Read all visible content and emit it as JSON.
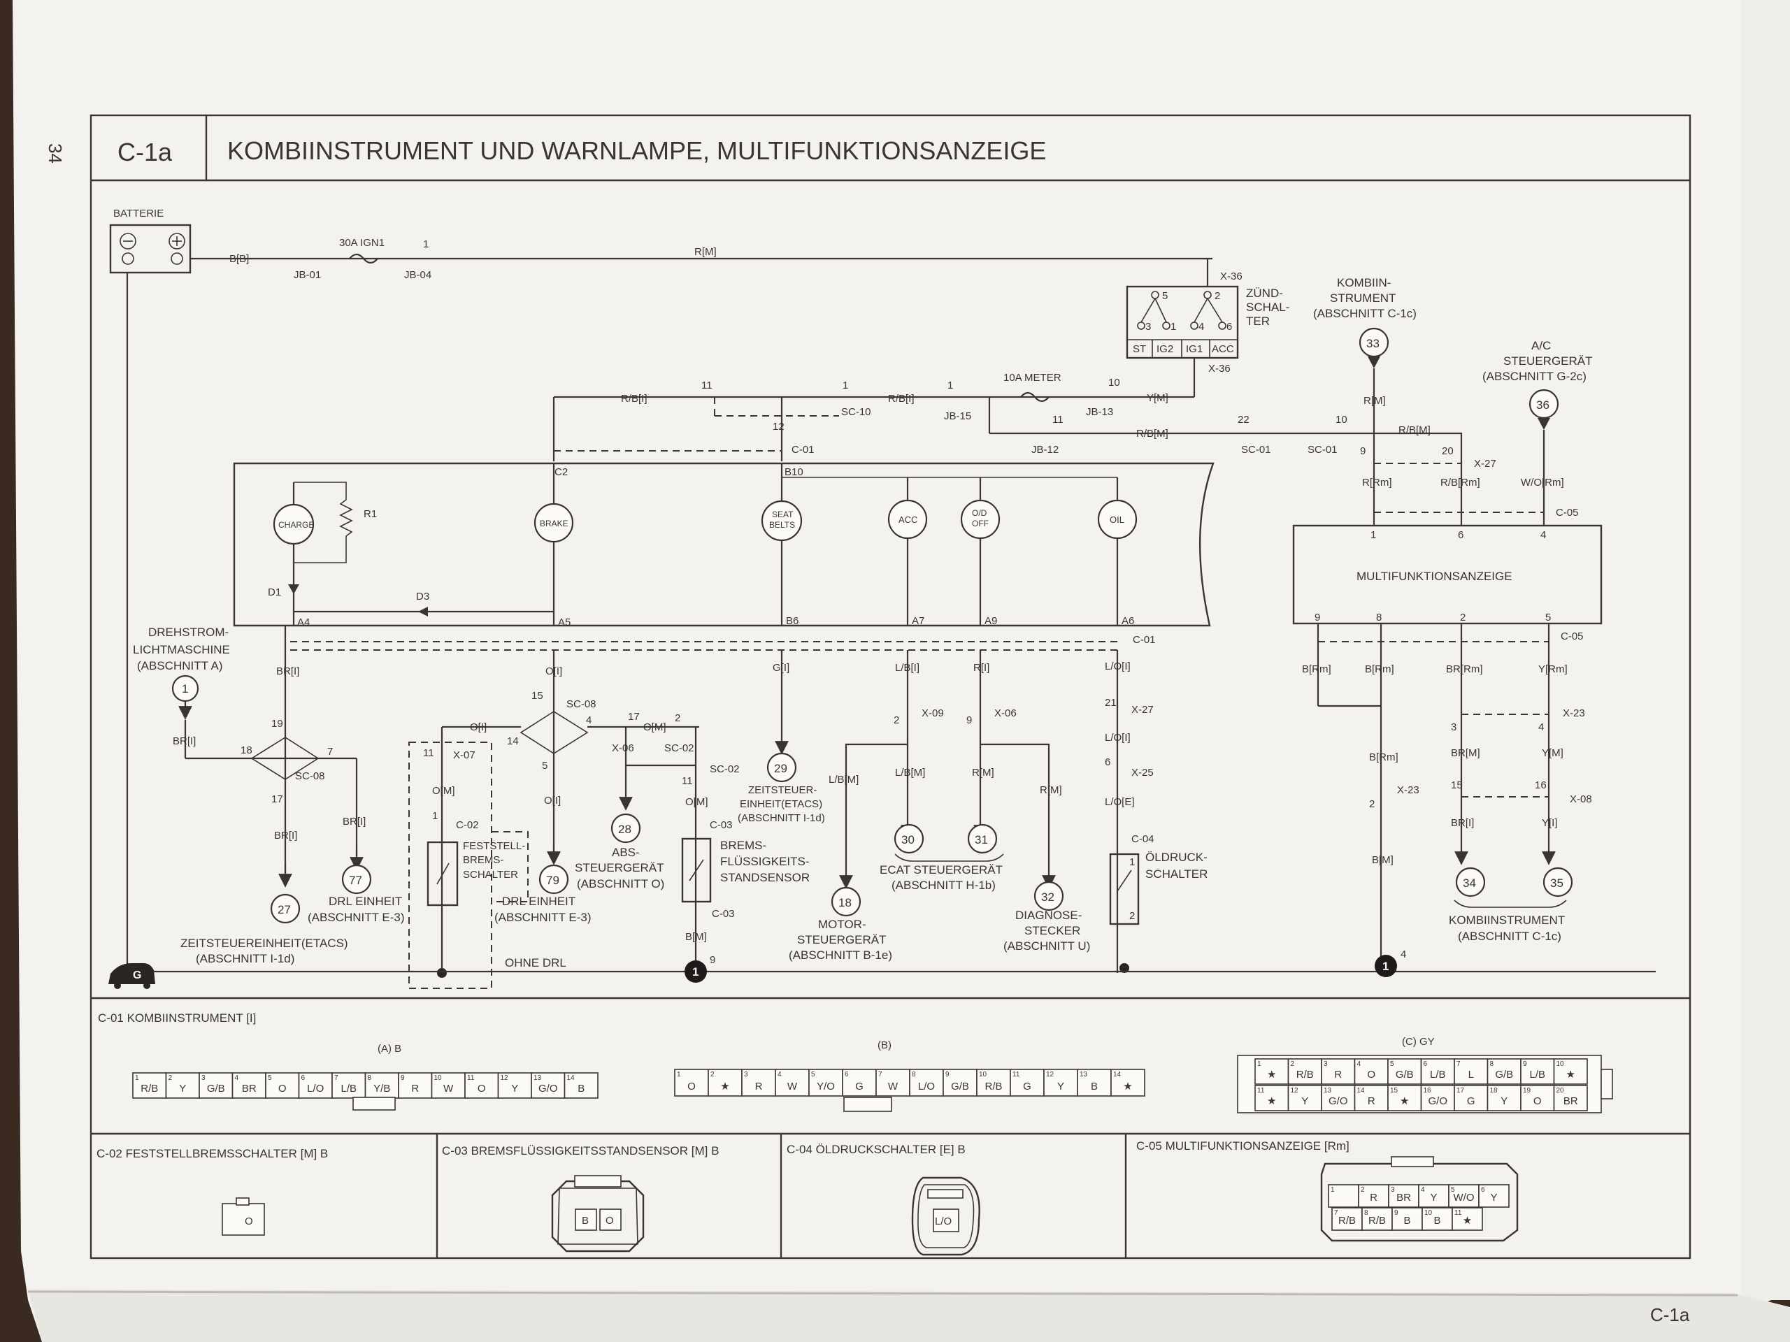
{
  "page": {
    "number": "34",
    "footer_tab": "C-1a"
  },
  "header": {
    "code": "C-1a",
    "title": "KOMBIINSTRUMENT UND WARNLAMPE, MULTIFUNKTIONSANZEIGE"
  },
  "labels": {
    "batterie": "BATTERIE",
    "fuse_ign1": "30A IGN1",
    "fuse_meter": "10A METER",
    "zuendschalter": [
      "ZÜND-",
      "SCHAL-",
      "TER"
    ],
    "ign_terms": [
      "ST",
      "IG2",
      "IG1",
      "ACC"
    ],
    "kombi_c1c": [
      "KOMBIIN-",
      "STRUMENT",
      "(ABSCHNITT C-1c)"
    ],
    "ac": [
      "A/C",
      "STEUERGERÄT",
      "(ABSCHNITT G-2c)"
    ],
    "mfa": "MULTIFUNKTIONSANZEIGE",
    "drehstrom": [
      "DREHSTROM-",
      "LICHTMASCHINE",
      "(ABSCHNITT A)"
    ],
    "charge": "CHARGE",
    "brake": "BRAKE",
    "seat": [
      "SEAT",
      "BELTS"
    ],
    "acc": "ACC",
    "od": [
      "O/D",
      "OFF"
    ],
    "oil": "OIL",
    "r1": "R1",
    "d1": "D1",
    "d3": "D3",
    "etacs_27": [
      "ZEITSTEUEREINHEIT(ETACS)",
      "(ABSCHNITT I-1d)"
    ],
    "drl_77": [
      "DRL EINHEIT",
      "(ABSCHNITT E-3)"
    ],
    "drl_79": [
      "DRL EINHEIT",
      "(ABSCHNITT E-3)"
    ],
    "feststell": [
      "FESTSTELL-",
      "BREMS-",
      "SCHALTER"
    ],
    "abs": [
      "ABS-",
      "STEUERGERÄT",
      "(ABSCHNITT O)"
    ],
    "etacs_29": [
      "ZEITSTEUER-",
      "EINHEIT(ETACS)",
      "(ABSCHNITT I-1d)"
    ],
    "bremsfl": [
      "BREMS-",
      "FLÜSSIGKEITS-",
      "STANDSENSOR"
    ],
    "motor": [
      "MOTOR-",
      "STEUERGERÄT",
      "(ABSCHNITT B-1e)"
    ],
    "ecat": [
      "ECAT STEUERGERÄT",
      "(ABSCHNITT H-1b)"
    ],
    "diagnose": [
      "DIAGNOSE-",
      "STECKER",
      "(ABSCHNITT U)"
    ],
    "oeldruck": [
      "ÖLDRUCK-",
      "SCHALTER"
    ],
    "kombi_c1c_b": [
      "KOMBIINSTRUMENT",
      "(ABSCHNITT C-1c)"
    ],
    "ohne_drl": "OHNE DRL",
    "ground": "G"
  },
  "wire_colors": {
    "bb": "B[B]",
    "rm": "R[M]",
    "rbi": "R/B[I]",
    "rbi2": "R/B[I]",
    "ym": "Y[M]",
    "rbm": "R/B[M]",
    "rbm2": "R/B[M]",
    "rm2": "R[M]",
    "rrm": "R[Rm]",
    "rbrm": "R/B[Rm]",
    "worm": "W/O[Rm]",
    "bri": "BR[I]",
    "bri2": "BR[I]",
    "bri3": "BR[I]",
    "bri4": "BR[I]",
    "oi": "O[I]",
    "oi2": "O[I]",
    "oi3": "O[I]",
    "om": "O[M]",
    "om2": "O[M]",
    "om3": "O[M]",
    "bm": "B[M]",
    "gi": "G[I]",
    "lbi": "L/B[I]",
    "lbm": "L/B[M]",
    "lbm2": "L/B[M]",
    "ri": "R[I]",
    "rm3": "R[M]",
    "rm4": "R[M]",
    "loi": "L/O[I]",
    "loi2": "L/O[I]",
    "loe": "L/O[E]",
    "brm": "B[Rm]",
    "brm2": "B[Rm]",
    "brrm": "BR[Rm]",
    "yrm": "Y[Rm]",
    "brmm": "B[Rm]",
    "bmm": "B[M]",
    "brM": "BR[M]",
    "ym2": "Y[M]",
    "bri5": "BR[I]",
    "yi": "Y[I]"
  },
  "connectors": {
    "jb01": "JB-01",
    "jb04": "JB-04",
    "jb15": "JB-15",
    "jb13": "JB-13",
    "jb12": "JB-12",
    "sc10": "SC-10",
    "c01": "C-01",
    "c01b": "C-01",
    "sc01": "SC-01",
    "sc01b": "SC-01",
    "x36": "X-36",
    "x36b": "X-36",
    "x27": "X-27",
    "x27b": "X-27",
    "c05": "C-05",
    "c05b": "C-05",
    "c2": "C2",
    "b10": "B10",
    "a4": "A4",
    "a5": "A5",
    "b6": "B6",
    "a7": "A7",
    "a9": "A9",
    "a6": "A6",
    "sc08": "SC-08",
    "sc08b": "SC-08",
    "x07": "X-07",
    "c02": "C-02",
    "x06": "X-06",
    "x06b": "X-06",
    "sc02": "SC-02",
    "sc02b": "SC-02",
    "c03": "C-03",
    "c03b": "C-03",
    "x09": "X-09",
    "x25": "X-25",
    "c04": "C-04",
    "x23": "X-23",
    "x23b": "X-23",
    "x08": "X-08"
  },
  "pins": {
    "p1": "1",
    "p11": "11",
    "p12": "12",
    "p22": "22",
    "p10": "10",
    "p10b": "10",
    "p1b": "1",
    "p11b": "11",
    "p9": "9",
    "p20": "20",
    "p5": "5",
    "p2": "2",
    "p3": "3",
    "p4": "4",
    "p6": "6",
    "p15": "15",
    "p14": "14",
    "p17": "17",
    "p19": "19",
    "p18": "18",
    "p7": "7",
    "p17b": "17",
    "p4b": "4",
    "p5b": "5",
    "p2b": "2",
    "p11c": "11",
    "p1c": "1",
    "p2c": "2",
    "p9b": "9",
    "p21": "21",
    "p6b": "6",
    "p3b": "3",
    "p4c": "4",
    "p15b": "15",
    "p16": "16",
    "p9c": "9",
    "p4d": "4",
    "p2d": "2",
    "p2e": "2",
    "m1": "1",
    "m6": "6",
    "m4": "4",
    "m9": "9",
    "m8": "8",
    "m2": "2",
    "m5": "5",
    "z5": "5",
    "z2": "2",
    "z3": "3",
    "z1": "1",
    "z4": "4",
    "z6": "6",
    "sw1": "1",
    "sw2": "2"
  },
  "refs": {
    "r33": "33",
    "r36": "36",
    "r1": "1",
    "r27": "27",
    "r77": "77",
    "r79": "79",
    "r28": "28",
    "r29": "29",
    "r18": "18",
    "r30": "30",
    "r31": "31",
    "r32": "32",
    "r34": "34",
    "r35": "35",
    "g1": "1",
    "g2": "1"
  },
  "bottom": {
    "c01_title": "C-01 KOMBIINSTRUMENT  [I]",
    "a_title": "(A) B",
    "b_title": "(B)",
    "c_title": "(C) GY",
    "a_cells": [
      "R/B",
      "Y",
      "G/B",
      "BR",
      "O",
      "L/O",
      "L/B",
      "Y/B",
      "R",
      "W",
      "O",
      "Y",
      "G/O",
      "B"
    ],
    "b_cells": [
      "O",
      "★",
      "R",
      "W",
      "Y/O",
      "G",
      "W",
      "L/O",
      "G/B",
      "R/B",
      "G",
      "Y",
      "B",
      "★"
    ],
    "c_row1": [
      "★",
      "R/B",
      "R",
      "O",
      "G/B",
      "L/B",
      "L",
      "G/B",
      "L/B",
      "★"
    ],
    "c_row2": [
      "★",
      "Y",
      "G/O",
      "R",
      "★",
      "G/O",
      "G",
      "Y",
      "O",
      "BR"
    ],
    "c02_title": "C-02 FESTSTELLBREMSSCHALTER [M] B",
    "c03_title": "C-03 BREMSFLÜSSIGKEITSSTANDSENSOR [M] B",
    "c04_title": "C-04 ÖLDRUCKSCHALTER [E] B",
    "c05_title": "C-05 MULTIFUNKTIONSANZEIGE [Rm]",
    "c02_cells": [
      "O"
    ],
    "c03_cells": [
      "B",
      "O"
    ],
    "c04_cells": [
      "L/O"
    ],
    "c05_row1": [
      "",
      "R",
      "BR",
      "Y",
      "W/O",
      "Y"
    ],
    "c05_row2": [
      "R/B",
      "R/B",
      "B",
      "B",
      "★"
    ]
  }
}
